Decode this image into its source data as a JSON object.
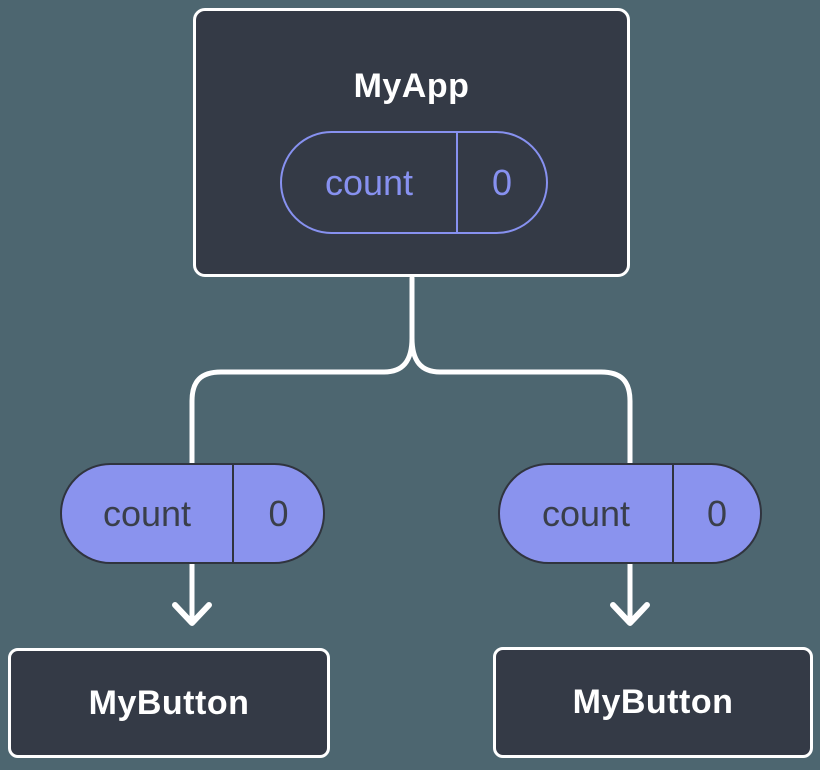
{
  "colors": {
    "background": "#4D6670",
    "node_fill": "#343A46",
    "node_border": "#FFFFFF",
    "pill_fill": "#8A93EE",
    "pill_border": "#30343E",
    "pill_text": "#3A3F4A",
    "accent_purple": "#8791F0",
    "connector": "#FFFFFF"
  },
  "root_node": {
    "label": "MyApp",
    "state_pill": {
      "key": "count",
      "value": "0"
    }
  },
  "child_nodes": [
    {
      "label": "MyButton",
      "prop_pill": {
        "key": "count",
        "value": "0"
      }
    },
    {
      "label": "MyButton",
      "prop_pill": {
        "key": "count",
        "value": "0"
      }
    }
  ]
}
